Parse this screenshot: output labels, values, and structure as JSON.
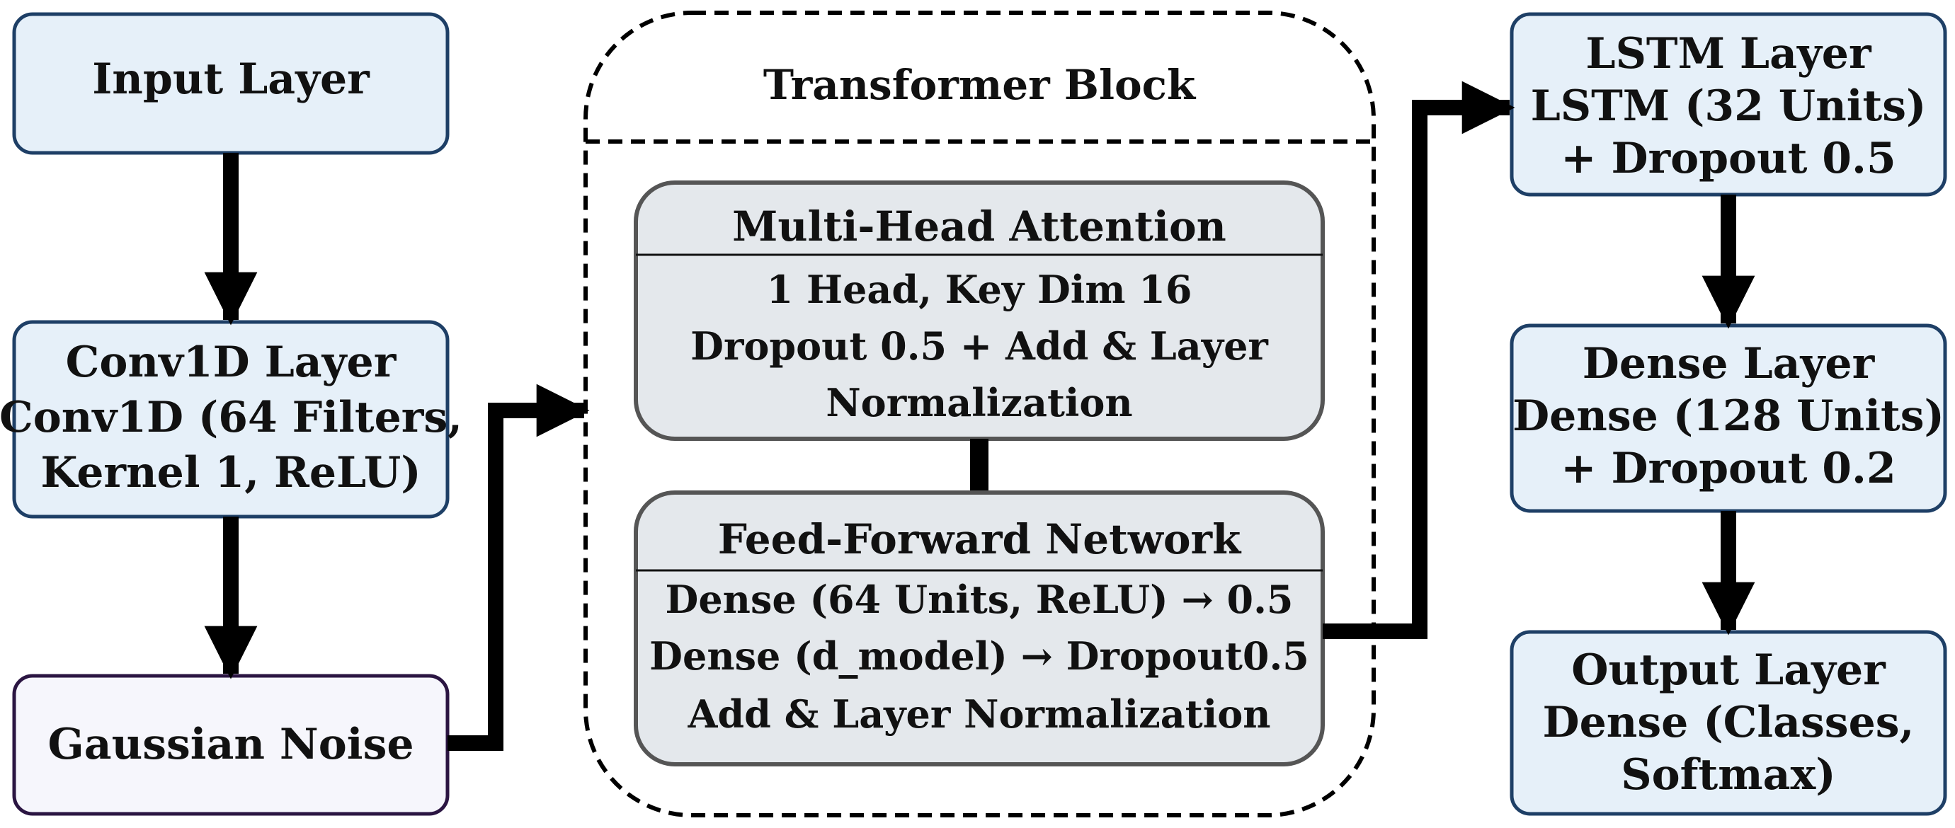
{
  "colors": {
    "box_fill": "#e6f0f9",
    "box_border": "#1e3f66",
    "noise_fill": "#f6f6fc",
    "noise_border": "#2b1542",
    "inner_fill": "#e4e8ec",
    "inner_border": "#555555",
    "arrow": "#000000"
  },
  "left_column": {
    "input_layer": [
      "Input Layer"
    ],
    "conv1d_layer": [
      "Conv1D Layer",
      "Conv1D (64 Filters,",
      "Kernel 1, ReLU)"
    ],
    "gaussian_noise": [
      "Gaussian Noise"
    ]
  },
  "transformer": {
    "title": "Transformer Block",
    "mha": {
      "header": "Multi-Head Attention",
      "lines": [
        "1 Head, Key Dim 16",
        "Dropout 0.5 + Add & Layer",
        "Normalization"
      ]
    },
    "ffn": {
      "header": "Feed-Forward Network",
      "lines": [
        "Dense (64 Units, ReLU) → 0.5",
        "Dense (d_model) → Dropout0.5",
        "Add & Layer Normalization"
      ]
    }
  },
  "right_column": {
    "lstm_layer": [
      "LSTM Layer",
      "LSTM (32 Units)",
      "+ Dropout 0.5"
    ],
    "dense_layer": [
      "Dense Layer",
      "Dense (128 Units)",
      "+ Dropout 0.2"
    ],
    "output_layer": [
      "Output Layer",
      "Dense (Classes,",
      "Softmax)"
    ]
  }
}
